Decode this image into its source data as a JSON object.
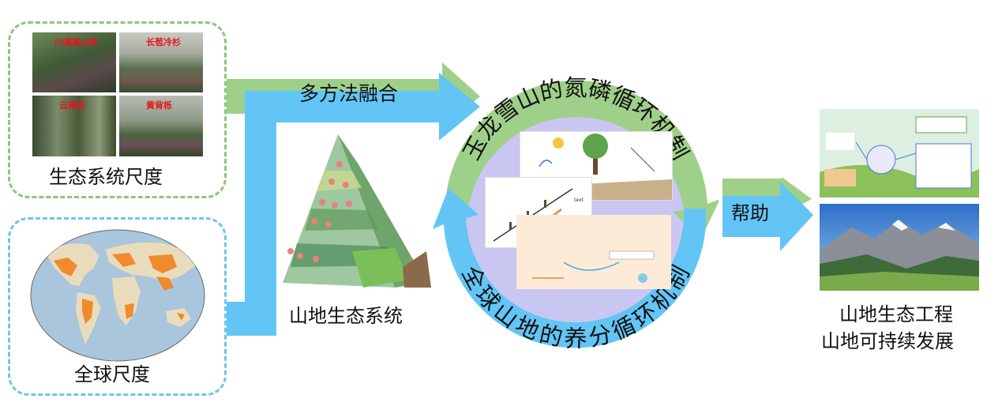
{
  "colors": {
    "green": "#9fd08a",
    "blue": "#62c5f5",
    "green_dash": "#8cc77a",
    "blue_dash": "#6fc7e6",
    "inner_circle": "#c9c6f2",
    "photo_caption": "#e8141b"
  },
  "left_panel": {
    "ecosystem_scale": {
      "label": "生态系统尺度",
      "photos": [
        {
          "caption": "川滇高山栎",
          "icon": "forest-photo"
        },
        {
          "caption": "长苞冷杉",
          "icon": "forest-photo"
        },
        {
          "caption": "云南松",
          "icon": "forest-photo"
        },
        {
          "caption": "黄背栎",
          "icon": "forest-photo"
        }
      ]
    },
    "global_scale": {
      "label": "全球尺度",
      "icon": "world-map"
    }
  },
  "arrows": {
    "method_label": "多方法融合",
    "help_label": "帮助"
  },
  "mountain": {
    "label": "山地生态系统",
    "icon": "mountain-illustration"
  },
  "cycle": {
    "top_label": "玉龙雪山的氮磷循环机制",
    "bottom_label": "全球山地的养分循环机制",
    "center_icon": "nutrient-cycle-figures"
  },
  "outcome": {
    "line1": "山地生态工程",
    "line2": "山地可持续发展",
    "images": [
      "research-framework-figure",
      "mountain-landscape-photo"
    ]
  }
}
